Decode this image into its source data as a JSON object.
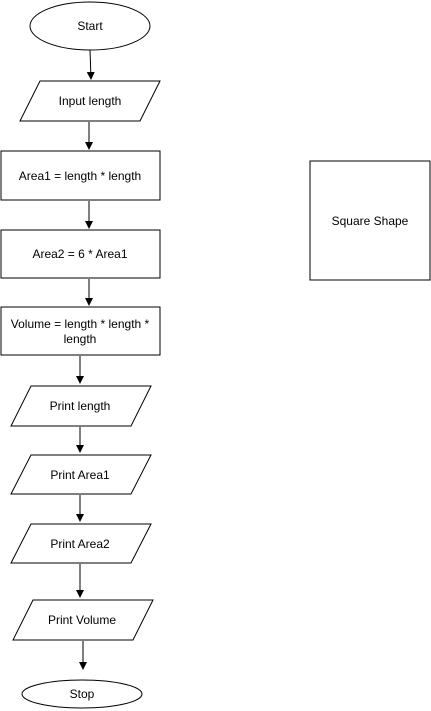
{
  "flowchart": {
    "start": "Start",
    "input_length": "Input length",
    "area1": "Area1 = length * length",
    "area2": "Area2 = 6 * Area1",
    "volume_line1": "Volume = length * length *",
    "volume_line2": "length",
    "print_length": "Print length",
    "print_area1": "Print Area1",
    "print_area2": "Print Area2",
    "print_volume": "Print Volume",
    "stop": "Stop"
  },
  "side_box": {
    "label": "Square Shape"
  },
  "colors": {
    "stroke": "#000000",
    "fill": "#ffffff"
  }
}
